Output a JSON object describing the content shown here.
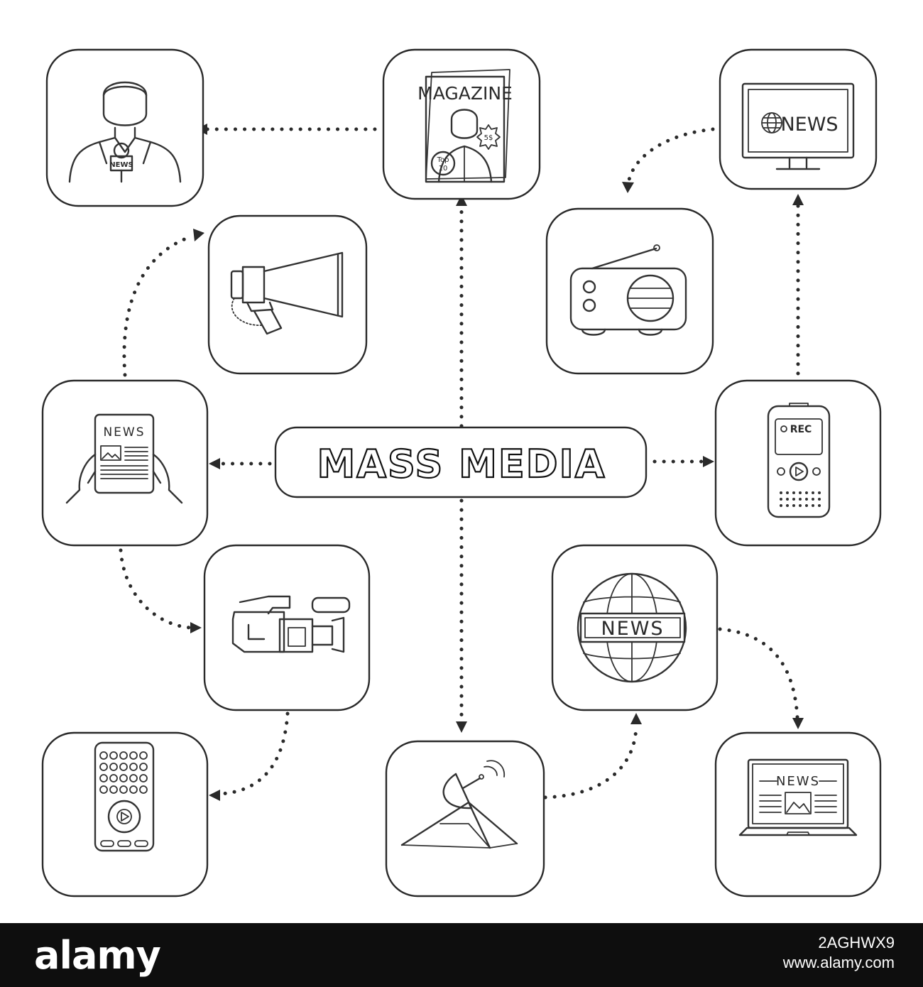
{
  "center_label": "MASS MEDIA",
  "nodes": [
    {
      "id": "news-reporter",
      "icon": "news-reporter-icon",
      "text": "NEWS"
    },
    {
      "id": "magazine",
      "icon": "magazine-icon",
      "title": "MAGAZINE",
      "badge_top": "Top",
      "badge_num": "10",
      "price": "5$"
    },
    {
      "id": "tv-news",
      "icon": "tv-monitor-news-icon",
      "text": "NEWS"
    },
    {
      "id": "megaphone",
      "icon": "megaphone-icon"
    },
    {
      "id": "radio",
      "icon": "radio-icon"
    },
    {
      "id": "tablet-news",
      "icon": "tablet-newspaper-icon",
      "text": "NEWS"
    },
    {
      "id": "dictaphone",
      "icon": "voice-recorder-icon",
      "text": "REC"
    },
    {
      "id": "video-camera",
      "icon": "video-camera-icon"
    },
    {
      "id": "world-news",
      "icon": "globe-news-icon",
      "text": "NEWS"
    },
    {
      "id": "remote-control",
      "icon": "tv-remote-icon"
    },
    {
      "id": "satellite-dish",
      "icon": "satellite-antenna-icon"
    },
    {
      "id": "laptop-news",
      "icon": "laptop-news-icon",
      "text": "NEWS"
    }
  ],
  "footer": {
    "brand": "alamy",
    "image_id": "2AGHWX9",
    "url": "www.alamy.com"
  }
}
